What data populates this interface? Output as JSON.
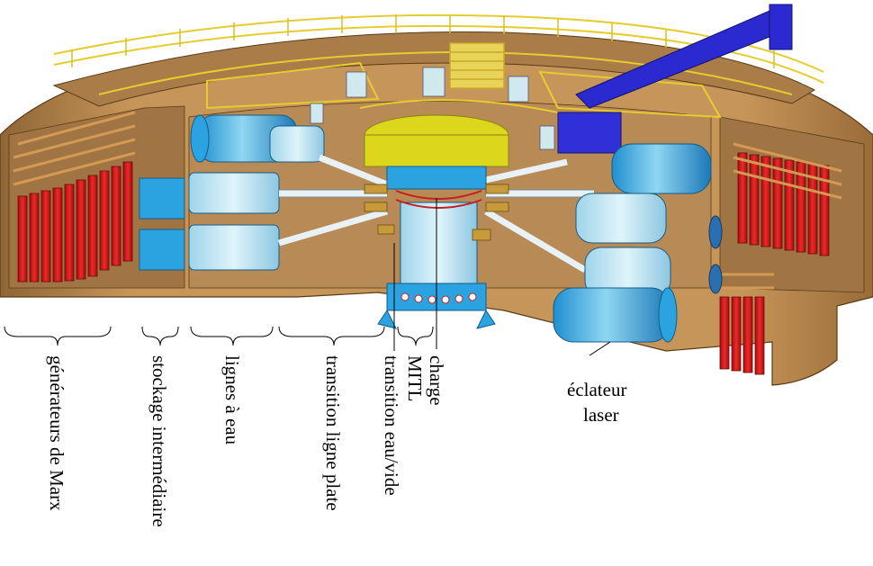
{
  "labels": {
    "marx": "générateurs de Marx",
    "stockage": "stockage intermédiaire",
    "lignes": "lignes à eau",
    "transition_plate": "transition ligne plate",
    "transition_eau": "transition eau/vide",
    "mitl": "MITL",
    "charge": "charge",
    "eclateur_1": "éclateur",
    "eclateur_2": "laser"
  },
  "colors": {
    "wall": "#b8884f",
    "wall_dark": "#8a6132",
    "railing": "#e6cc2e",
    "marx_red": "#d41818",
    "water_line_blue": "#2aa3e0",
    "light_blue": "#aee0f2",
    "center_yellow": "#dcd71c",
    "arm_blue": "#2a2ad0"
  }
}
